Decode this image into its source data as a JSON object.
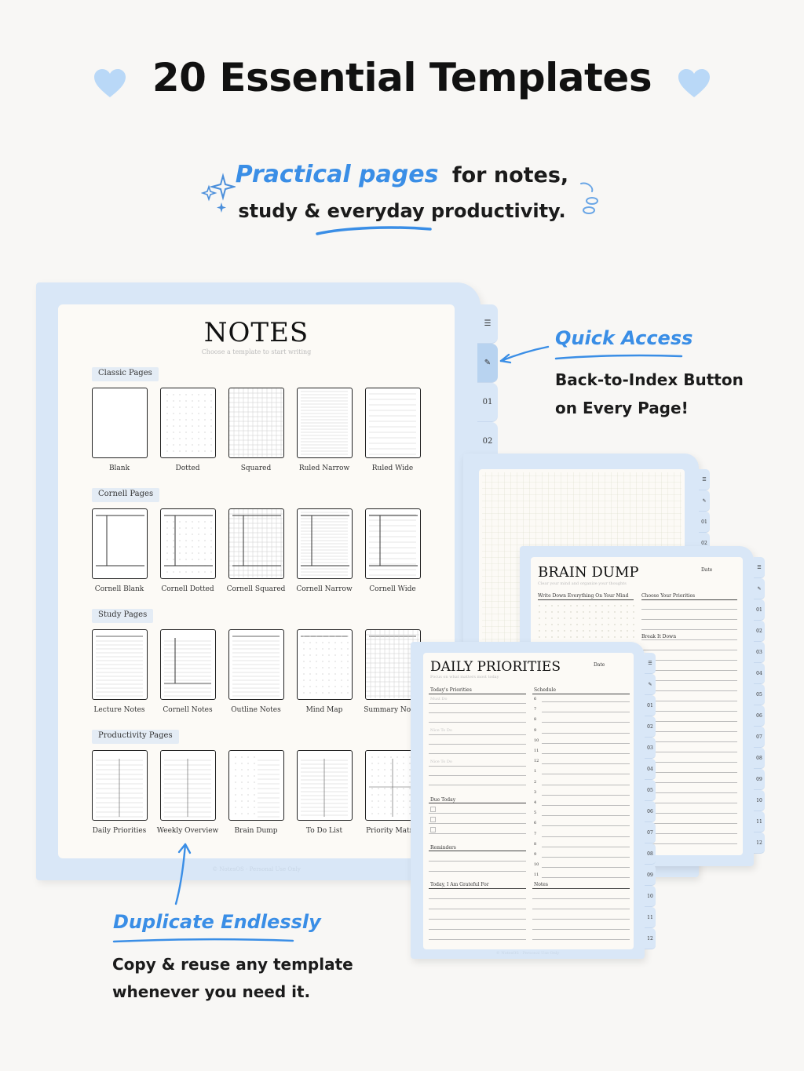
{
  "header": {
    "title": "20 Essential Templates",
    "subtitle_accent": "Practical pages",
    "subtitle_rest": "for notes,",
    "subtitle_line2": "study & everyday productivity.",
    "heart_color": "#b9d8f7"
  },
  "notes_page": {
    "title": "NOTES",
    "subtitle": "Choose a template to start writing",
    "footer": "© NotesOS - Personal Use Only",
    "side_tabs": [
      "☰",
      "✎",
      "01",
      "02"
    ],
    "sections": [
      {
        "label": "Classic Pages",
        "items": [
          "Blank",
          "Dotted",
          "Squared",
          "Ruled Narrow",
          "Ruled Wide"
        ]
      },
      {
        "label": "Cornell Pages",
        "items": [
          "Cornell Blank",
          "Cornell Dotted",
          "Cornell Squared",
          "Cornell Narrow",
          "Cornell Wide"
        ]
      },
      {
        "label": "Study Pages",
        "items": [
          "Lecture Notes",
          "Cornell Notes",
          "Outline Notes",
          "Mind Map",
          "Summary Notes"
        ]
      },
      {
        "label": "Productivity Pages",
        "items": [
          "Daily Priorities",
          "Weekly Overview",
          "Brain Dump",
          "To Do List",
          "Priority Matrix"
        ]
      }
    ]
  },
  "brain_dump": {
    "title": "BRAIN DUMP",
    "date_label": "Date",
    "subtitle": "Clear your mind and organize your thoughts",
    "col_left": "Write Down Everything On Your Mind",
    "col_right": "Choose Your Priorities",
    "break_label": "Break It Down",
    "tabs": [
      "☰",
      "✎",
      "01",
      "02",
      "03",
      "04",
      "05",
      "06",
      "07",
      "08",
      "09",
      "10",
      "11",
      "12"
    ]
  },
  "grid_page": {
    "tabs": [
      "☰",
      "✎",
      "01",
      "02"
    ]
  },
  "daily": {
    "title": "DAILY PRIORITIES",
    "date_label": "Date",
    "subtitle": "Focus on what matters most today",
    "left_head": "Today's Priorities",
    "right_head": "Schedule",
    "must_do": "Must Do",
    "nice_to_do": "Nice To Do",
    "hours": [
      "6",
      "7",
      "8",
      "9",
      "10",
      "11",
      "12",
      "1",
      "2",
      "3",
      "4",
      "5",
      "6",
      "7",
      "8",
      "9",
      "10",
      "11"
    ],
    "due_today": "Due Today",
    "reminders": "Reminders",
    "grateful": "Today, I Am Grateful For",
    "notes": "Notes",
    "footer": "© NotesOS - Personal Use Only",
    "tabs": [
      "☰",
      "✎",
      "01",
      "02",
      "03",
      "04",
      "05",
      "06",
      "07",
      "08",
      "09",
      "10",
      "11",
      "12"
    ]
  },
  "callouts": {
    "quick_title": "Quick Access",
    "quick_line1": "Back-to-Index Button",
    "quick_line2": "on Every Page!",
    "dup_title": "Duplicate Endlessly",
    "dup_line1": "Copy & reuse any template",
    "dup_line2": "whenever you need it."
  },
  "colors": {
    "accent": "#3a8ee6",
    "frame": "#d9e7f7",
    "paper": "#fcfaf6"
  }
}
